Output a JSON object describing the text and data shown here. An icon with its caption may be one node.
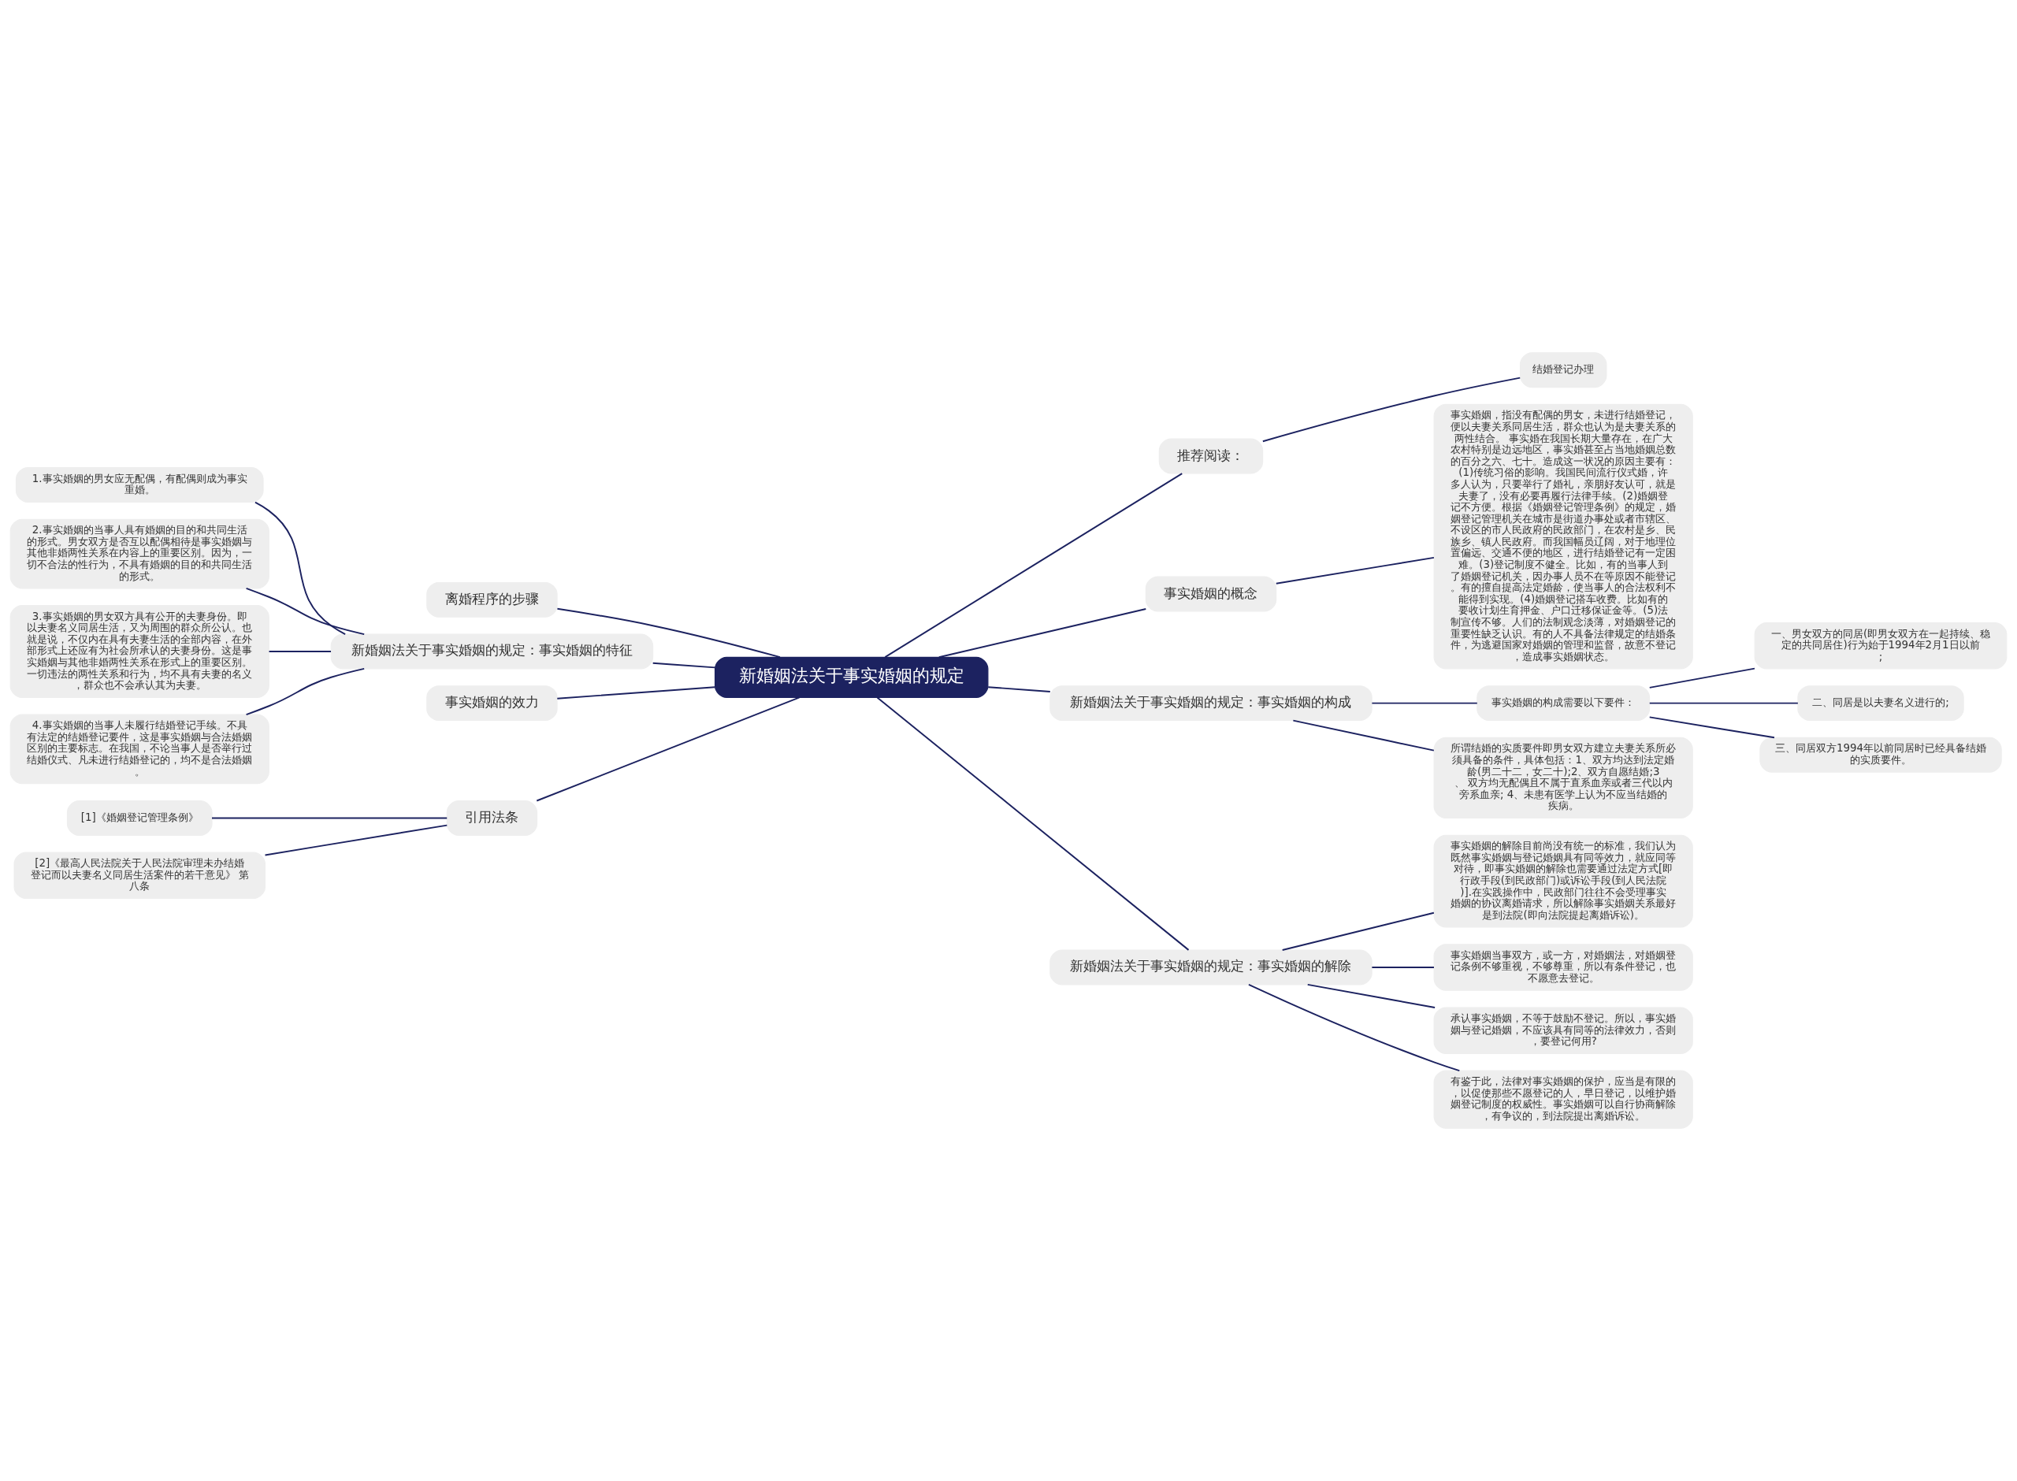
{
  "diagram": {
    "nodes": [
      {
        "text": [
          "新婚姻法关于事实婚姻的规定"
        ]
      },
      {
        "text": [
          "推荐阅读："
        ]
      },
      {
        "text": [
          "结婚登记办理"
        ]
      },
      {
        "text": [
          "事实婚姻的概念"
        ]
      },
      {
        "text": [
          "事实婚姻，指没有配偶的男女，未进行结婚登记，便以夫妻关系同居生活，群众也认为是夫妻关系的两性结合。 事实婚在我国长期大量存在，在广大农村特别是边远地区，事实婚甚至占当地婚姻总数的百分之六、七十。造成这一状况的原因主要有：(1)传统习俗的影响。我国民间流行仪式婚，许多人认为，只要举行了婚礼，亲朋好友认可，就是夫妻了，没有必要再履行法律手续。(2)婚姻登记不方便。根据《婚姻登记管理条例》的规定，婚姻登记管理机关在城市是街道办事处或者市辖区、不设区的市人民政府的民政部门，在农村是乡、民族乡、镇人民政府。而我国幅员辽阔，对于地理位置偏远、交通不便的地区，进行结婚登记有一定困难。(3)登记制度不健全。比如，有的当事人到了婚姻登记机关，因办事人员不在等原因不能登记。有的擅自提高法定婚龄，使当事人的合法权利不能得到实现。(4)婚姻登记搭车收费。比如有的要收计划生育押金、户口迁移保证金等。(5)法制宣传不够。人们的法制观念淡薄，对婚姻登记的重要性缺乏认识。有的人不具备法律规定的结婚条件，为逃避国家对婚姻的管理和监督，故意不登记，造成事实婚姻状态。"
        ]
      },
      {
        "text": [
          "新婚姻法关于事实婚姻的规定：事实婚姻的构成"
        ]
      },
      {
        "text": [
          "事实婚姻的构成需要以下要件："
        ]
      },
      {
        "text": [
          "一、男女双方的同居(即男女双方在一起持续、稳定的共同居住)行为始于1994年2月1日以前;"
        ]
      },
      {
        "text": [
          "二、同居是以夫妻名义进行的;"
        ]
      },
      {
        "text": [
          "三、同居双方1994年以前同居时已经具备结婚的实质要件。"
        ]
      },
      {
        "text": [
          "所谓结婚的实质要件即男女双方建立夫妻关系所必须具备的条件，具体包括：1、双方均达到法定婚龄(男二十二，女二十);2、双方自愿结婚;3、 双方均无配偶且不属于直系血亲或者三代以内旁系血亲; 4、未患有医学上认为不应当结婚的疾病。"
        ]
      },
      {
        "text": [
          "新婚姻法关于事实婚姻的规定：事实婚姻的解除"
        ]
      },
      {
        "text": [
          "事实婚姻的解除目前尚没有统一的标准，我们认为既然事实婚姻与登记婚姻具有同等效力，就应同等对待，即事实婚姻的解除也需要通过法定方式[即行政手段(到民政部门)或诉讼手段(到人民法院)].在实践操作中，民政部门往往不会受理事实婚姻的协议离婚请求，所以解除事实婚姻关系最好是到法院(即向法院提起离婚诉讼)。"
        ]
      },
      {
        "text": [
          "事实婚姻当事双方，或一方，对婚姻法，对婚姻登记条例不够重视，不够尊重，所以有条件登记，也不愿意去登记。"
        ]
      },
      {
        "text": [
          "承认事实婚姻，不等于鼓励不登记。所以，事实婚姻与登记婚姻，不应该具有同等的法律效力，否则，要登记何用?"
        ]
      },
      {
        "text": [
          "有鉴于此，法律对事实婚姻的保护，应当是有限的，以促使那些不愿登记的人，早日登记，以维护婚姻登记制度的权威性。事实婚姻可以自行协商解除，有争议的，到法院提出离婚诉讼。"
        ]
      },
      {
        "text": [
          "离婚程序的步骤"
        ]
      },
      {
        "text": [
          "新婚姻法关于事实婚姻的规定：事实婚姻的特征"
        ]
      },
      {
        "text": [
          "1.事实婚姻的男女应无配偶，有配偶则成为事实重婚。"
        ]
      },
      {
        "text": [
          "2.事实婚姻的当事人具有婚姻的目的和共同生活的形式。男女双方是否互以配偶相待是事实婚姻与其他非婚两性关系在内容上的重要区别。因为，一切不合法的性行为，不具有婚姻的目的和共同生活的形式。"
        ]
      },
      {
        "text": [
          "3.事实婚姻的男女双方具有公开的夫妻身份。即以夫妻名义同居生活，又为周围的群众所公认。也就是说，不仅内在具有夫妻生活的全部内容，在外部形式上还应有为社会所承认的夫妻身份。这是事实婚姻与其他非婚两性关系在形式上的重要区别。一切违法的两性关系和行为，均不具有夫妻的名义，群众也不会承认其为夫妻。"
        ]
      },
      {
        "text": [
          "4.事实婚姻的当事人未履行结婚登记手续。不具有法定的结婚登记要件，这是事实婚姻与合法婚姻区别的主要标志。在我国，不论当事人是否举行过结婚仪式、凡未进行结婚登记的，均不是合法婚姻。"
        ]
      },
      {
        "text": [
          "事实婚姻的效力"
        ]
      },
      {
        "text": [
          "引用法条"
        ]
      },
      {
        "text": [
          "[1]《婚姻登记管理条例》"
        ]
      },
      {
        "text": [
          "[2]《最高人民法院关于人民法院审理未办结婚登记而以夫妻名义同居生活案件的若干意见》 第八条"
        ]
      }
    ],
    "edges": [
      {
        "from": 0,
        "to": 1,
        "arrow": "none"
      },
      {
        "from": 1,
        "to": 2,
        "arrow": "none"
      },
      {
        "from": 0,
        "to": 3,
        "arrow": "none"
      },
      {
        "from": 3,
        "to": 4,
        "arrow": "none"
      },
      {
        "from": 0,
        "to": 5,
        "arrow": "none"
      },
      {
        "from": 5,
        "to": 6,
        "arrow": "none"
      },
      {
        "from": 6,
        "to": 7,
        "arrow": "none"
      },
      {
        "from": 6,
        "to": 8,
        "arrow": "none"
      },
      {
        "from": 6,
        "to": 9,
        "arrow": "none"
      },
      {
        "from": 5,
        "to": 10,
        "arrow": "none"
      },
      {
        "from": 0,
        "to": 11,
        "arrow": "none"
      },
      {
        "from": 11,
        "to": 12,
        "arrow": "none"
      },
      {
        "from": 11,
        "to": 13,
        "arrow": "none"
      },
      {
        "from": 11,
        "to": 14,
        "arrow": "none"
      },
      {
        "from": 11,
        "to": 15,
        "arrow": "none"
      },
      {
        "from": 0,
        "to": 16,
        "arrow": "none"
      },
      {
        "from": 0,
        "to": 17,
        "arrow": "none"
      },
      {
        "from": 17,
        "to": 18,
        "arrow": "none"
      },
      {
        "from": 17,
        "to": 19,
        "arrow": "none"
      },
      {
        "from": 17,
        "to": 20,
        "arrow": "none"
      },
      {
        "from": 17,
        "to": 21,
        "arrow": "none"
      },
      {
        "from": 0,
        "to": 22,
        "arrow": "none"
      },
      {
        "from": 0,
        "to": 23,
        "arrow": "none"
      },
      {
        "from": 23,
        "to": 24,
        "arrow": "none"
      },
      {
        "from": 23,
        "to": 25,
        "arrow": "none"
      }
    ]
  }
}
